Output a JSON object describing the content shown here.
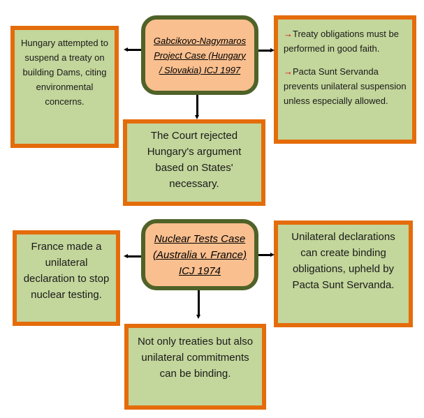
{
  "section1": {
    "case": "Gabcikovo-Nagymaros Project Case (Hungary / Slovakia) ICJ 1997",
    "facts": "Hungary attempted to suspend a treaty on building Dams, citing environmental concerns.",
    "holding": "The Court rejected Hungary's argument based on States' necessary.",
    "principles": [
      "Treaty obligations must be performed in good faith.",
      "Pacta Sunt Servanda prevents unilateral suspension unless especially allowed."
    ]
  },
  "section2": {
    "case": "Nuclear Tests Case (Australia v. France) ICJ 1974",
    "facts": "France made a unilateral declaration to stop nuclear testing.",
    "principle": "Unilateral declarations can create binding obligations, upheld by Pacta Sunt Servanda.",
    "conclusion": "Not only treaties but also unilateral commitments can be binding."
  },
  "colors": {
    "green_fill": "#C3D69B",
    "orange_border": "#E46C0A",
    "peach_fill": "#F9BF8F",
    "olive_border": "#4F6228",
    "bullet_arrow": "#E00000"
  }
}
